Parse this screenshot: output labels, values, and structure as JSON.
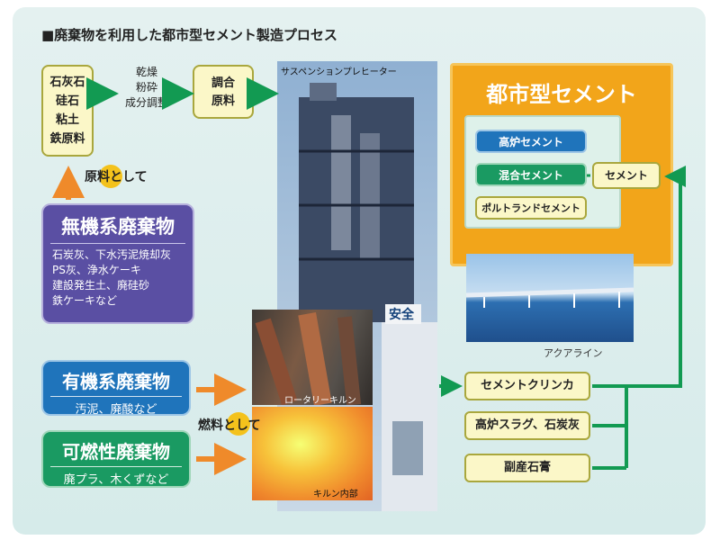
{
  "title": "■廃棄物を利用した都市型セメント製造プロセス",
  "raw_box": {
    "lines": [
      "石灰石",
      "硅石",
      "粘土",
      "鉄原料"
    ]
  },
  "process_steps": [
    "乾燥",
    "粉砕",
    "成分調整"
  ],
  "mix_box": {
    "lines": [
      "調合",
      "原料"
    ]
  },
  "as_raw_label": "原料として",
  "inorganic": {
    "heading": "無機系廃棄物",
    "lines": [
      "石炭灰、下水汚泥焼却灰",
      "PS灰、浄水ケーキ",
      "建設発生土、廃硅砂",
      "鉄ケーキなど"
    ]
  },
  "organic": {
    "heading": "有機系廃棄物",
    "sub": "汚泥、廃酸など"
  },
  "combustible": {
    "heading": "可燃性廃棄物",
    "sub": "廃プラ、木くずなど"
  },
  "as_fuel_label": "燃料として",
  "photo_labels": {
    "preheater": "サスペンションプレヒーター",
    "rotary_kiln": "ロータリーキルン",
    "kiln_inside": "キルン内部",
    "safety_sign": "安全"
  },
  "urban_cement": {
    "heading": "都市型セメント",
    "types": [
      "高炉セメント",
      "混合セメント",
      "ポルトランドセメント"
    ],
    "cement": "セメント"
  },
  "aqualine_label": "アクアライン",
  "products": [
    "セメントクリンカ",
    "高炉スラグ、石炭灰",
    "副産石膏"
  ],
  "colors": {
    "panel": "#dcefed",
    "arrow_green": "#129a52",
    "arrow_orange": "#ef8a2a",
    "purple": "#5a4fa3",
    "blue": "#1f74bb",
    "green": "#1a9a62",
    "orange": "#f2a51a",
    "yellow_box": "#fbf7c8"
  }
}
